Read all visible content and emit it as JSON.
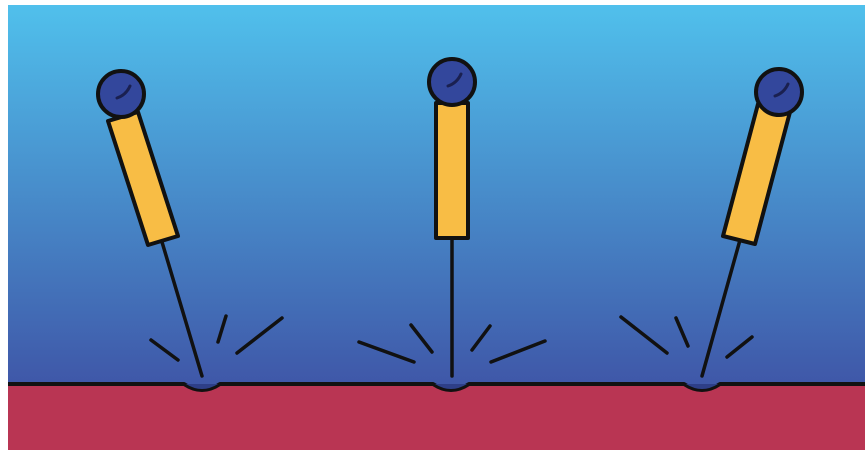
{
  "scene": {
    "sky_top": "#50c0ec",
    "sky_bottom": "#3f57a8",
    "ground": "#b93553",
    "outline": "#111111",
    "handle": "#f8bd45",
    "head": "#33479c",
    "highlight": "#1a2050"
  },
  "pins": [
    {
      "name": "left",
      "tilt": "leaning-left",
      "icon": "acupuncture-needle-icon"
    },
    {
      "name": "center",
      "tilt": "vertical",
      "icon": "acupuncture-needle-icon"
    },
    {
      "name": "right",
      "tilt": "leaning-right",
      "icon": "acupuncture-needle-icon"
    }
  ]
}
